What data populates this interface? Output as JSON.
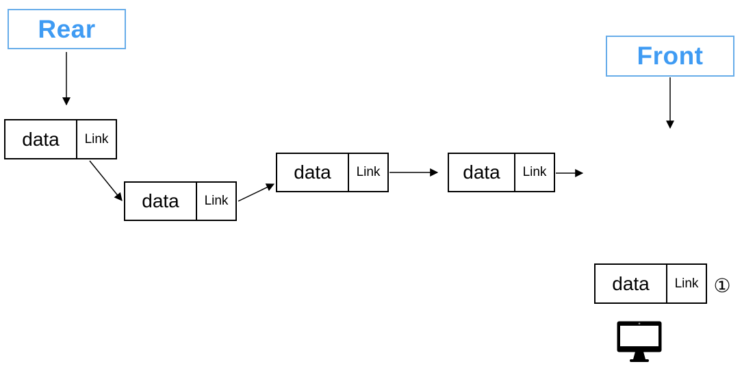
{
  "labels": {
    "rear": "Rear",
    "front": "Front",
    "circled_one": "①"
  },
  "nodes": [
    {
      "data_label": "data",
      "link_label": "Link"
    },
    {
      "data_label": "data",
      "link_label": "Link"
    },
    {
      "data_label": "data",
      "link_label": "Link"
    },
    {
      "data_label": "data",
      "link_label": "Link"
    },
    {
      "data_label": "data",
      "link_label": "Link"
    }
  ],
  "icons": {
    "monitor": "monitor-icon"
  },
  "colors": {
    "label_text": "#3F9BF3",
    "label_border": "#66ACE9",
    "line": "#000000"
  }
}
